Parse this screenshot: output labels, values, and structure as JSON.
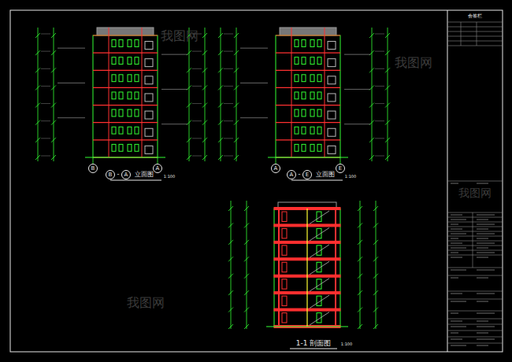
{
  "diagram": {
    "labels": [
      "B",
      "A",
      "B",
      "-",
      "A",
      "立面图",
      "1:100",
      "A",
      "E",
      "A",
      "-",
      "E",
      "立面图",
      "1:100",
      "1-1 剖面图",
      "1:100",
      "会签栏",
      "我图网",
      "我图网",
      "我图网",
      "我图网"
    ]
  }
}
